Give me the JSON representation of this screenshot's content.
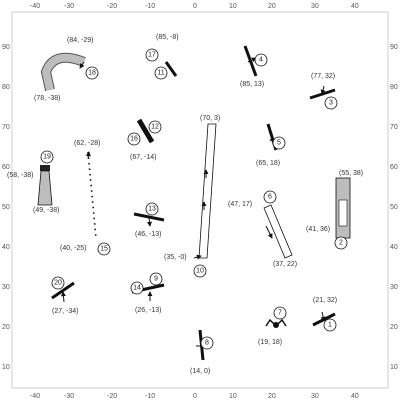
{
  "ticks": {
    "top": [
      "-40",
      "-30",
      "-20",
      "-10",
      "0",
      "10",
      "20",
      "30",
      "40"
    ],
    "bottom": [
      "-40",
      "-30",
      "-20",
      "-10",
      "0",
      "10",
      "20",
      "30",
      "40"
    ],
    "left": [
      "90",
      "80",
      "70",
      "60",
      "50",
      "40",
      "30",
      "20",
      "10"
    ],
    "right": [
      "90",
      "80",
      "70",
      "60",
      "50",
      "40",
      "30",
      "20",
      "10"
    ]
  },
  "obstacles": [
    {
      "num": "1",
      "coord": "(21, 32)"
    },
    {
      "num": "2",
      "coord": "(41, 36)"
    },
    {
      "num": "3",
      "coord": "(77, 32)"
    },
    {
      "num": "4",
      "coord": "(85, 13)"
    },
    {
      "num": "5",
      "coord": "(65, 18)"
    },
    {
      "num": "6",
      "coord": "(47, 17)"
    },
    {
      "num": "7",
      "coord": "(19, 18)"
    },
    {
      "num": "8",
      "coord": "(14, 0)"
    },
    {
      "num": "9",
      "coord": "(26, -13)"
    },
    {
      "num": "10",
      "coord": "(35, -0)"
    },
    {
      "num": "11",
      "coord": "(85, -8)"
    },
    {
      "num": "12",
      "coord": "(67, -14)"
    },
    {
      "num": "13",
      "coord": "(46, -13)"
    },
    {
      "num": "14",
      "coord": ""
    },
    {
      "num": "15",
      "coord": "(40, -25)"
    },
    {
      "num": "16",
      "coord": ""
    },
    {
      "num": "17",
      "coord": ""
    },
    {
      "num": "18",
      "coord": "(84, -29)"
    },
    {
      "num": "19",
      "coord": "(58, -38)"
    },
    {
      "num": "20",
      "coord": "(27, -34)"
    }
  ],
  "extra_coords": {
    "walk_top": "(70, 3)",
    "weave_top": "(62, -28)",
    "tunnel_end": "(78, -38)",
    "tire_top": "(55, 38)",
    "walk_low": "(37, 22)",
    "chute_low": "(49, -38)"
  }
}
